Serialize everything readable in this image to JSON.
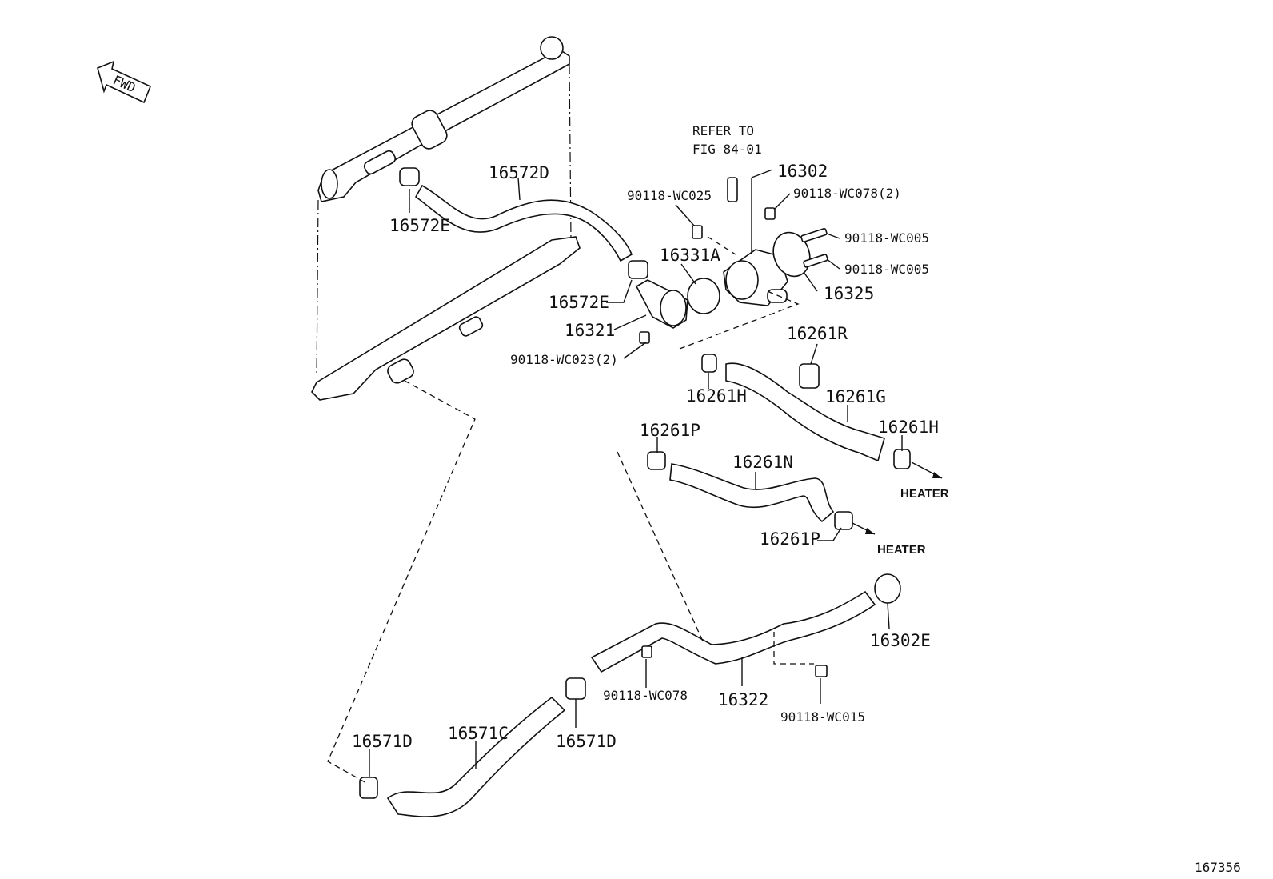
{
  "diagram": {
    "fwd_label": "FWD",
    "refer_line1": "REFER TO",
    "refer_line2": "FIG 84-01",
    "figure_number": "167356",
    "parts": {
      "p16572D": "16572D",
      "p16572E_top": "16572E",
      "p16572E_mid": "16572E",
      "p16321": "16321",
      "p16331A": "16331A",
      "p16302": "16302",
      "p16325": "16325",
      "wc025": "90118-WC025",
      "wc078_2": "90118-WC078(2)",
      "wc005_a": "90118-WC005",
      "wc005_b": "90118-WC005",
      "wc023_2": "90118-WC023(2)",
      "p16261R": "16261R",
      "p16261H_a": "16261H",
      "p16261G": "16261G",
      "p16261H_b": "16261H",
      "p16261P_a": "16261P",
      "p16261N": "16261N",
      "p16261P_b": "16261P",
      "heater_a": "HEATER",
      "heater_b": "HEATER",
      "p16302E": "16302E",
      "wc078": "90118-WC078",
      "p16322": "16322",
      "wc015": "90118-WC015",
      "p16571D_a": "16571D",
      "p16571C": "16571C",
      "p16571D_b": "16571D"
    }
  }
}
